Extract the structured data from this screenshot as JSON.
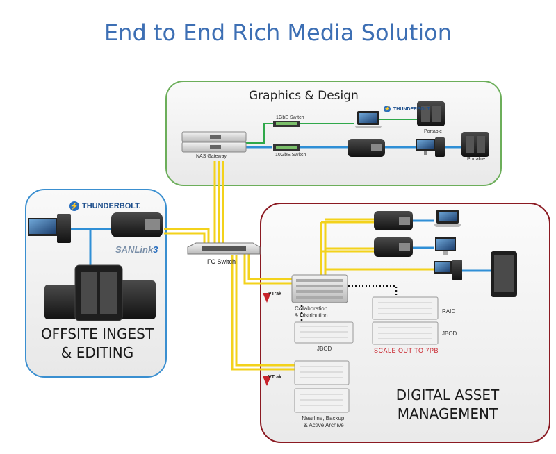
{
  "title": "End to End Rich Media Solution",
  "colors": {
    "title": "#3d6fb4",
    "graphics_border": "#6cae5a",
    "offsite_border": "#3a8fd0",
    "dam_border": "#8b1a22",
    "fc_link": "#f3d21b",
    "thunderbolt_link": "#2f8fd6",
    "ethernet_link": "#2fa84a",
    "scale_out_text": "#c8232c"
  },
  "graphics_design": {
    "title": "Graphics & Design",
    "switch_1gbe": "1GbE Switch",
    "switch_10gbe": "10GbE Switch",
    "nas_gateway": "NAS Gateway",
    "thunderbolt_logo": "THUNDERBOLT",
    "portable_1": "Portable",
    "portable_2": "Portable"
  },
  "offsite": {
    "thunderbolt_logo": "THUNDERBOLT.",
    "sanlink": "SANLink",
    "sanlink_num": "3",
    "label_line1": "OFFSITE INGEST",
    "label_line2": "& EDITING"
  },
  "fc_switch": "FC Switch",
  "dam": {
    "collab_line1": "Collaboration",
    "collab_line2": "& Distribution",
    "jbod_left": "JBOD",
    "raid": "RAID",
    "jbod_right": "JBOD",
    "scale_out": "SCALE OUT TO 7PB",
    "vtrak_brand": "VTrak",
    "nearline_line1": "Nearline, Backup,",
    "nearline_line2": "& Active Archive",
    "label_line1": "DIGITAL ASSET",
    "label_line2": "MANAGEMENT"
  },
  "icons": [
    "thunderbolt-icon",
    "workstation-icon",
    "laptop-icon",
    "storage-tower-icon",
    "rack-server-icon",
    "network-switch-icon"
  ]
}
